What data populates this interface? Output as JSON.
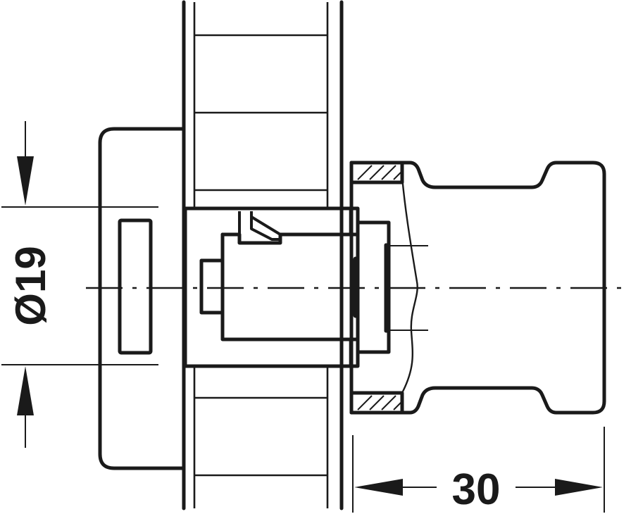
{
  "drawing": {
    "type": "technical-drawing",
    "subject": "cylinder with knob mounted through panel (section view)",
    "colors": {
      "line": "#1a1a1a",
      "background": "#ffffff"
    }
  },
  "dimensions": {
    "diameter": {
      "label": "Ø19",
      "value": 19,
      "orientation": "vertical"
    },
    "length": {
      "label": "30",
      "value": 30,
      "orientation": "horizontal"
    }
  },
  "icons": {
    "arrow_down": "arrow-down",
    "arrow_up": "arrow-up",
    "arrow_left": "arrow-left",
    "arrow_right": "arrow-right"
  }
}
